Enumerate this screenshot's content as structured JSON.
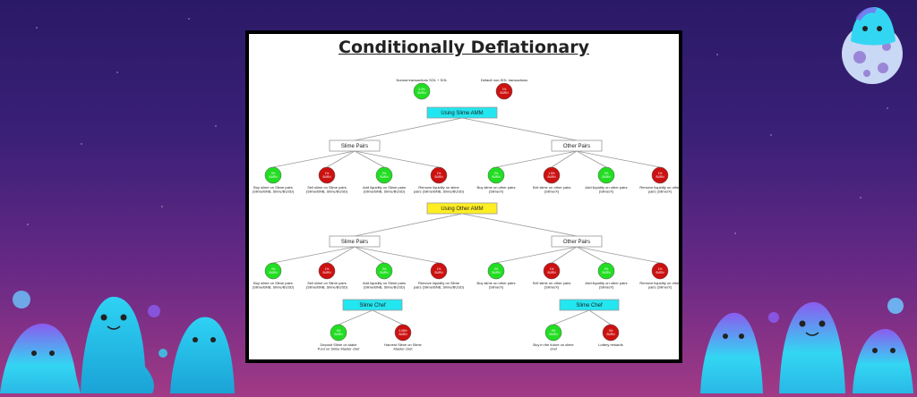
{
  "title": "Conditionally Deflationary",
  "colors": {
    "green": "#22dd22",
    "red": "#cc1111",
    "cyan_box": "#22e6f0",
    "yellow_box": "#ffee22",
    "white_box": "#ffffff",
    "background_top": "#2a1a66",
    "background_bottom": "#a23a86",
    "slime_cyan": "#33d6f2",
    "slime_purple": "#8a5cf0"
  },
  "top": {
    "nodes": [
      {
        "label": "Normal transactions SOL + SOL",
        "value": "0.0%\nBURN",
        "color": "green"
      },
      {
        "label": "Default non-SOL transactions",
        "value": "1%\nBURN",
        "color": "red"
      }
    ]
  },
  "section_1": {
    "label": "Using Slime AMM",
    "groups": [
      {
        "label": "Slime Pairs",
        "leaves": [
          {
            "value": "0%\nBURN",
            "color": "green",
            "label": "Buy slime on Slime pairs\n(Slime/BNB, Slime/BUSD)"
          },
          {
            "value": "1%\nBURN",
            "color": "red",
            "label": "Sell slime on Slime pairs\n(Slime/BNB, Slime/BUSD)"
          },
          {
            "value": "0%\nBURN",
            "color": "green",
            "label": "Add liquidity on Slime pairs\n(Slime/BNB, Slime/BUSD)"
          },
          {
            "value": "1%\nBURN",
            "color": "red",
            "label": "Remove liquidity on slime\npairs (Slime/BNB, Slime/BUSD)"
          }
        ]
      },
      {
        "label": "Other Pairs",
        "leaves": [
          {
            "value": "0%\nBURN",
            "color": "green",
            "label": "Buy slime on other pairs\n(Slime/X)"
          },
          {
            "value": "1.5%\nBURN",
            "color": "red",
            "label": "Sell slime on other pairs\n(Slime/X)"
          },
          {
            "value": "0%\nBURN",
            "color": "green",
            "label": "Add liquidity on other pairs\n(Slime/X)"
          },
          {
            "value": "1%\nBURN",
            "color": "red",
            "label": "Remove liquidity on other\npairs (Slime/X)"
          }
        ]
      }
    ]
  },
  "section_2": {
    "label": "Using Other AMM",
    "groups": [
      {
        "label": "Slime Pairs",
        "leaves": [
          {
            "value": "0%\nBURN",
            "color": "green",
            "label": "Buy slime on Slime pairs\n(Slime/BNB, Slime/BUSD)"
          },
          {
            "value": "1%\nBURN",
            "color": "red",
            "label": "Sell slime on Slime pairs\n(Slime/BNB, Slime/BUSD)"
          },
          {
            "value": "0%\nBURN",
            "color": "green",
            "label": "Add liquidity on Slime pairs\n(Slime/BNB, Slime/BUSD)"
          },
          {
            "value": "1%\nBURN",
            "color": "red",
            "label": "Remove liquidity on Slime\npairs (Slime/BNB, Slime/BUSD)"
          }
        ]
      },
      {
        "label": "Other Pairs",
        "leaves": [
          {
            "value": "0%\nBURN",
            "color": "green",
            "label": "Buy slime on other pairs\n(Slime/X)"
          },
          {
            "value": "1%\nBURN",
            "color": "red",
            "label": "Sell slime on other pairs\n(Slime/X)"
          },
          {
            "value": "0%\nBURN",
            "color": "green",
            "label": "Add liquidity on other pairs\n(Slime/X)"
          },
          {
            "value": "1%\nBURN",
            "color": "red",
            "label": "Remove liquidity on other\npairs (Slime/X)"
          }
        ]
      }
    ]
  },
  "chefs": [
    {
      "label": "Slime Chef",
      "leaves": [
        {
          "value": "0%\nBURN",
          "color": "green",
          "label": "Deposit Slime on stake\nPool on Slime Master chef"
        },
        {
          "value": "0.05%\nBURN",
          "color": "red",
          "label": "Harvest Slime on Slime\nMaster chef"
        }
      ]
    },
    {
      "label": "Slime Chef",
      "leaves": [
        {
          "value": "0%\nBURN",
          "color": "green",
          "label": "Buy in the future on slime\nchef"
        },
        {
          "value": "3%\nBURN",
          "color": "red",
          "label": "Lottery rewards"
        }
      ]
    }
  ]
}
